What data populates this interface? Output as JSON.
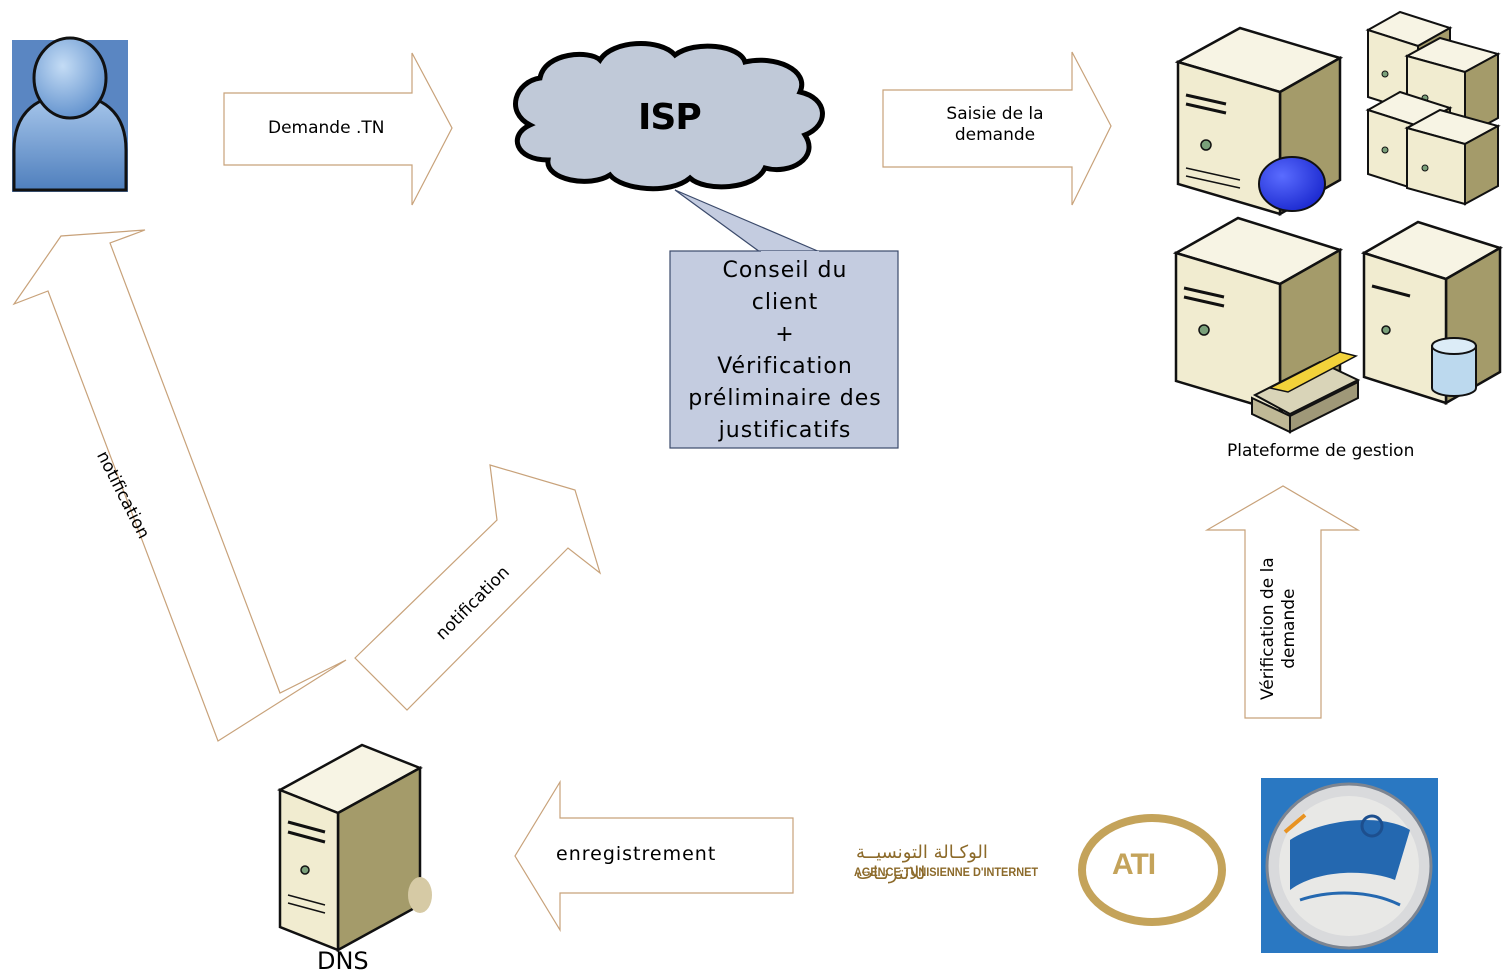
{
  "arrows": {
    "demande": "Demande .TN",
    "saisie_line1": "Saisie de la",
    "saisie_line2": "demande",
    "notification_left": "notification",
    "notification_right": "notification",
    "verification_line1": "Vérification de la",
    "verification_line2": "demande",
    "enregistrement": "enregistrement"
  },
  "isp": {
    "label": "ISP"
  },
  "callout": {
    "line1": "Conseil du",
    "line2": "client",
    "line3": "+",
    "line4": "Vérification",
    "line5": "préliminaire des",
    "line6": "justificatifs"
  },
  "platform": {
    "label": "Plateforme de gestion"
  },
  "dns": {
    "label": "DNS"
  },
  "ati_logo": {
    "arabic": "الوكـالة التونسيــة للانترنـات",
    "french": "AGENCE TUNISIENNE D'INTERNET",
    "mark": "ATI"
  },
  "colors": {
    "arrow_stroke": "#c8a27a",
    "cloud_fill": "#c0c9d8",
    "callout_fill": "#c4cce0",
    "server_body": "#f1ecd0",
    "user_blue": "#6f9fd6"
  },
  "icons": [
    "user-icon",
    "cloud-icon",
    "server-icon",
    "database-icon",
    "printer-icon",
    "globe-icon",
    "agency-seal-icon"
  ]
}
